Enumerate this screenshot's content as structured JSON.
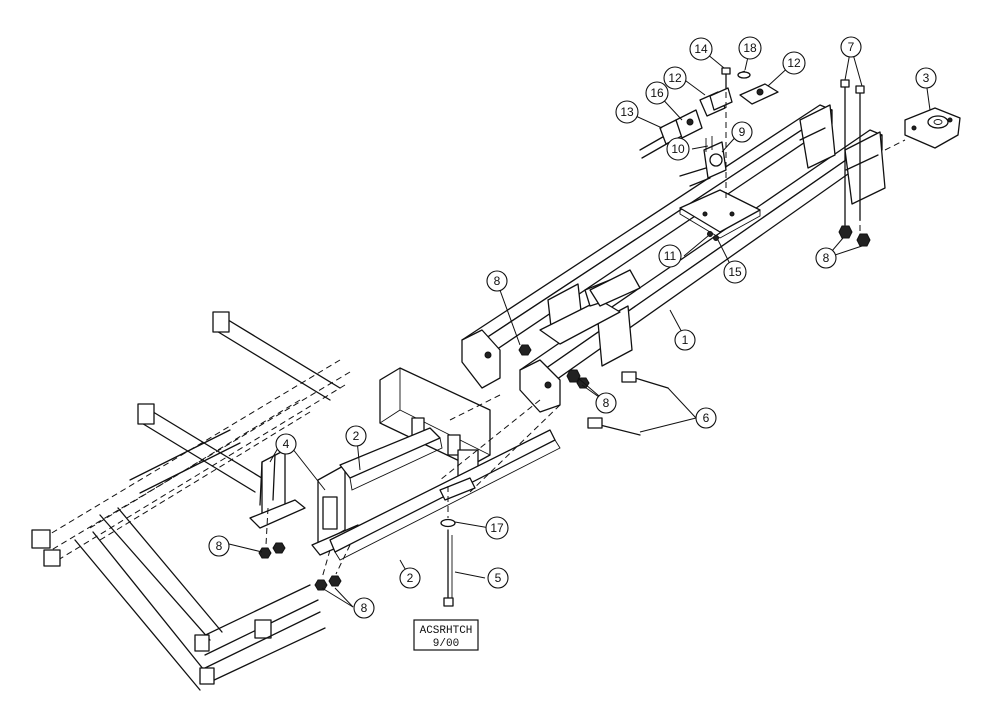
{
  "callouts": {
    "c1": "1",
    "c2a": "2",
    "c2b": "2",
    "c3": "3",
    "c4": "4",
    "c5": "5",
    "c6": "6",
    "c7": "7",
    "c8a": "8",
    "c8b": "8",
    "c8c": "8",
    "c8d": "8",
    "c8e": "8",
    "c9": "9",
    "c10": "10",
    "c11": "11",
    "c12a": "12",
    "c12b": "12",
    "c13": "13",
    "c14": "14",
    "c15": "15",
    "c16": "16",
    "c17": "17",
    "c18": "18"
  },
  "stamp": {
    "line1": "ACSRHTCH",
    "line2": "9/00"
  }
}
